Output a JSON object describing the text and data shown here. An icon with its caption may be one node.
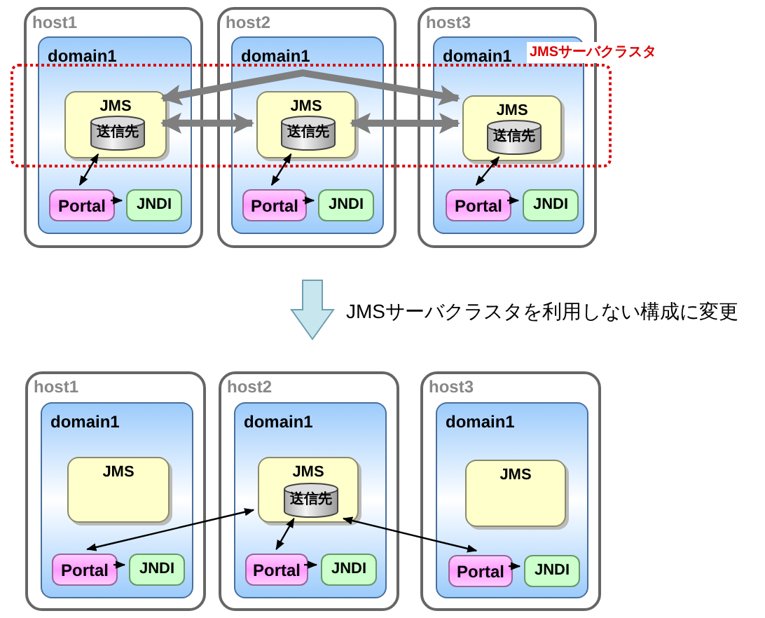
{
  "diagram": {
    "nodes": [
      {
        "text": [
          "host1"
        ]
      },
      {
        "text": [
          "domain1"
        ],
        "in": 0
      },
      {
        "text": [
          "JMS"
        ],
        "in": 1
      },
      {
        "text": [
          "送信先"
        ],
        "in": 2
      },
      {
        "text": [
          "Portal"
        ],
        "in": 1
      },
      {
        "text": [
          "JNDI"
        ],
        "in": 1
      },
      {
        "text": [
          "host2"
        ]
      },
      {
        "text": [
          "domain1"
        ],
        "in": 6
      },
      {
        "text": [
          "JMS"
        ],
        "in": 7
      },
      {
        "text": [
          "送信先"
        ],
        "in": 8
      },
      {
        "text": [
          "Portal"
        ],
        "in": 7
      },
      {
        "text": [
          "JNDI"
        ],
        "in": 7
      },
      {
        "text": [
          "host3"
        ]
      },
      {
        "text": [
          "domain1"
        ],
        "in": 12
      },
      {
        "text": [
          "JMS"
        ],
        "in": 13
      },
      {
        "text": [
          "送信先"
        ],
        "in": 14
      },
      {
        "text": [
          "Portal"
        ],
        "in": 13
      },
      {
        "text": [
          "JNDI"
        ],
        "in": 13
      },
      {
        "text": [
          "host1"
        ]
      },
      {
        "text": [
          "domain1"
        ],
        "in": 18
      },
      {
        "text": [
          "JMS"
        ],
        "in": 19
      },
      {
        "text": [
          "Portal"
        ],
        "in": 19
      },
      {
        "text": [
          "JNDI"
        ],
        "in": 19
      },
      {
        "text": [
          "host2"
        ]
      },
      {
        "text": [
          "domain1"
        ],
        "in": 23
      },
      {
        "text": [
          "JMS"
        ],
        "in": 24
      },
      {
        "text": [
          "送信先"
        ],
        "in": 25
      },
      {
        "text": [
          "Portal"
        ],
        "in": 24
      },
      {
        "text": [
          "JNDI"
        ],
        "in": 24
      },
      {
        "text": [
          "host3"
        ]
      },
      {
        "text": [
          "domain1"
        ],
        "in": 29
      },
      {
        "text": [
          "JMS"
        ],
        "in": 30
      },
      {
        "text": [
          "Portal"
        ],
        "in": 30
      },
      {
        "text": [
          "JNDI"
        ],
        "in": 30
      }
    ],
    "edges": [
      {
        "from": 2,
        "to": 14,
        "arrow": "both",
        "style": "thick",
        "color": "#7f7f7f"
      },
      {
        "from": 2,
        "to": 8,
        "arrow": "both",
        "style": "thick",
        "color": "#7f7f7f"
      },
      {
        "from": 8,
        "to": 14,
        "arrow": "both",
        "style": "thick",
        "color": "#7f7f7f"
      },
      {
        "from": 2,
        "to": 4,
        "arrow": "both"
      },
      {
        "from": 4,
        "to": 5,
        "arrow": "to"
      },
      {
        "from": 8,
        "to": 10,
        "arrow": "both"
      },
      {
        "from": 10,
        "to": 11,
        "arrow": "to"
      },
      {
        "from": 14,
        "to": 16,
        "arrow": "both"
      },
      {
        "from": 16,
        "to": 17,
        "arrow": "to"
      },
      {
        "from": 21,
        "to": 25,
        "arrow": "both"
      },
      {
        "from": 25,
        "to": 27,
        "arrow": "both"
      },
      {
        "from": 25,
        "to": 32,
        "arrow": "both"
      },
      {
        "from": 21,
        "to": 22,
        "arrow": "to"
      },
      {
        "from": 27,
        "to": 28,
        "arrow": "to"
      },
      {
        "from": 32,
        "to": 33,
        "arrow": "to"
      }
    ],
    "labels": [
      "JMSサーバクラスタ",
      "JMSサーバクラスタを利用しない構成に変更"
    ]
  }
}
